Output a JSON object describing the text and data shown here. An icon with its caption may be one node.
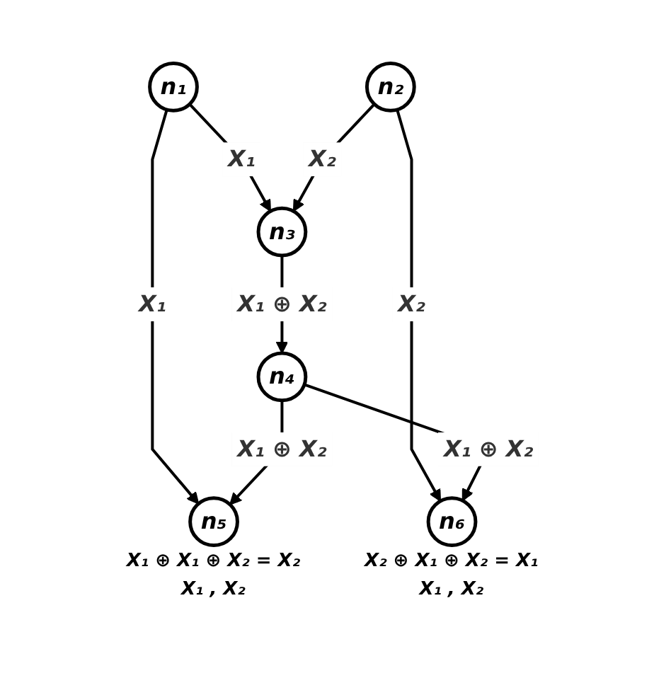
{
  "diagram": {
    "nodes": [
      {
        "text": [
          "n₁"
        ]
      },
      {
        "text": [
          "n₂"
        ]
      },
      {
        "text": [
          "n₃"
        ]
      },
      {
        "text": [
          "n₄"
        ]
      },
      {
        "text": [
          "n₅"
        ],
        "beside": [
          "X₁ ⊕ X₁ ⊕ X₂ = X₂",
          "X₁ , X₂"
        ]
      },
      {
        "text": [
          "n₆"
        ],
        "beside": [
          "X₂ ⊕ X₁ ⊕ X₂ = X₁",
          "X₁ , X₂"
        ]
      }
    ],
    "edges": [
      {
        "from": 0,
        "to": 2,
        "arrow": "to",
        "label": "X₁"
      },
      {
        "from": 1,
        "to": 2,
        "arrow": "to",
        "label": "X₂"
      },
      {
        "from": 0,
        "to": 4,
        "arrow": "to",
        "label": "X₁"
      },
      {
        "from": 2,
        "to": 3,
        "arrow": "to",
        "label": "X₁ ⊕ X₂"
      },
      {
        "from": 1,
        "to": 5,
        "arrow": "to",
        "label": "X₂"
      },
      {
        "from": 3,
        "to": 4,
        "arrow": "to",
        "label": "X₁ ⊕ X₂"
      },
      {
        "from": 3,
        "to": 5,
        "arrow": "to",
        "label": "X₁ ⊕ X₂"
      }
    ]
  }
}
